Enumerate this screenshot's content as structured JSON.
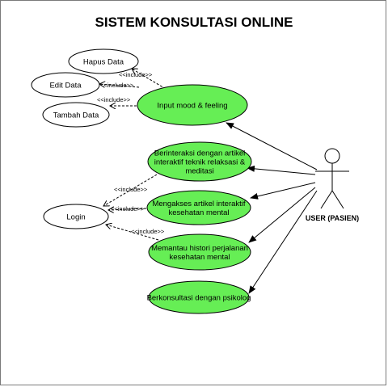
{
  "title": "SISTEM KONSULTASI ONLINE",
  "actor": {
    "label": "USER (PASIEN)",
    "icon": "stick-figure-icon"
  },
  "colors": {
    "primary_usecase": "#66ee55",
    "secondary_usecase": "#ffffff",
    "stroke": "#000000",
    "frame": "#7a7a7a"
  },
  "usecases": {
    "hapus": {
      "lines": [
        "Hapus Data"
      ]
    },
    "edit": {
      "lines": [
        "Edit Data"
      ]
    },
    "tambah": {
      "lines": [
        "Tambah Data"
      ]
    },
    "mood": {
      "lines": [
        "Input mood & feeling"
      ]
    },
    "artikel_relaksasi": {
      "lines": [
        "Berinteraksi dengan artikel",
        "interaktif teknik relaksasi &",
        "meditasi"
      ]
    },
    "artikel_kesehatan": {
      "lines": [
        "Mengakses artikel interaktif",
        "kesehatan mental"
      ]
    },
    "histori": {
      "lines": [
        "Memantau histori perjalanan",
        "kesehatan mental"
      ]
    },
    "konsultasi": {
      "lines": [
        "Berkonsultasi dengan psikolog"
      ]
    },
    "login": {
      "lines": [
        "Login"
      ]
    }
  },
  "relations": {
    "include_label": "<<include>>"
  }
}
